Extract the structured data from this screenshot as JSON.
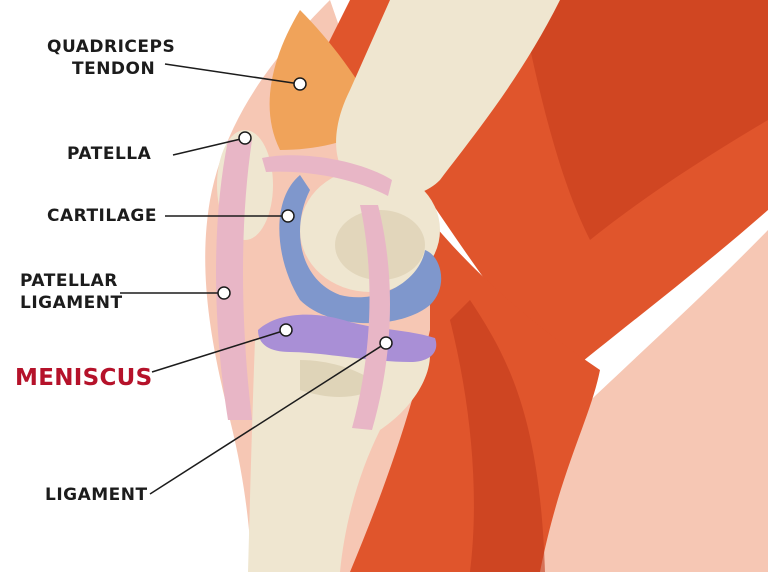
{
  "labels": {
    "quadriceps_tendon": [
      "QUADRICEPS",
      "TENDON"
    ],
    "patella": "PATELLA",
    "cartilage": "CARTILAGE",
    "patellar_ligament": [
      "PATELLAR",
      "LIGAMENT"
    ],
    "meniscus": "MENISCUS",
    "ligament": "LIGAMENT"
  },
  "colors": {
    "label_text": "#1c1c1c",
    "highlight_text": "#b5122a",
    "muscle": "#e0552c",
    "muscle_dark": "#c23a1c",
    "tendon": "#f0a35a",
    "bone": "#efe6d0",
    "bone_shade": "#d9ccae",
    "cartilage": "#7f97cc",
    "meniscus": "#a98fd6",
    "ligament": "#e8b6c6",
    "skin": "#f6c7b4"
  }
}
